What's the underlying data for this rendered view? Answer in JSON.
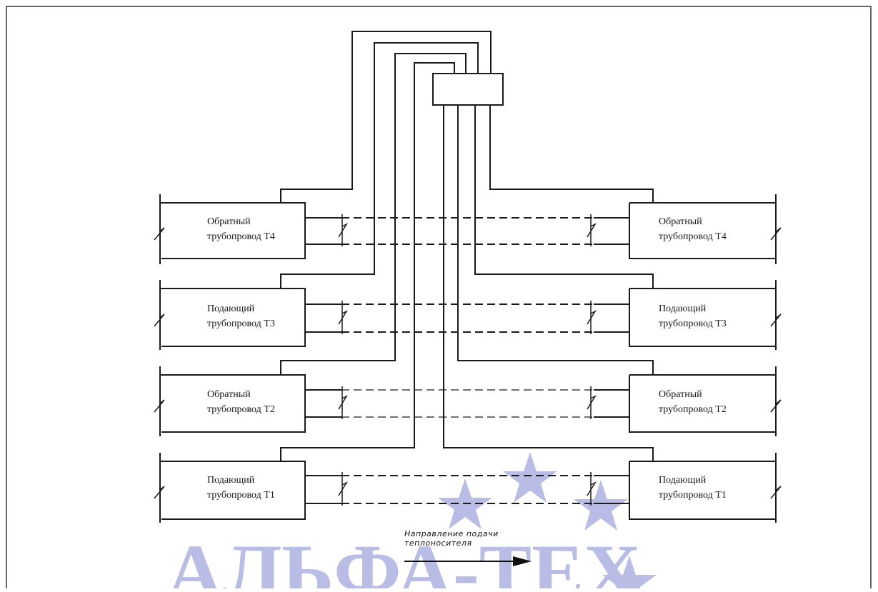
{
  "pipes": [
    {
      "line1": "Обратный",
      "line2": "трубопровод Т4"
    },
    {
      "line1": "Подающий",
      "line2": "трубопровод Т3"
    },
    {
      "line1": "Обратный",
      "line2": "трубопровод Т2"
    },
    {
      "line1": "Подающий",
      "line2": "трубопровод Т1"
    }
  ],
  "flow_direction": {
    "line1": "Направление подачи",
    "line2": "теплоносителя"
  },
  "watermark": {
    "text": "АЛЬФА-ТЕХ",
    "color": "#b9bde6"
  },
  "colors": {
    "line": "#1a1a1a",
    "frame": "#333333"
  }
}
